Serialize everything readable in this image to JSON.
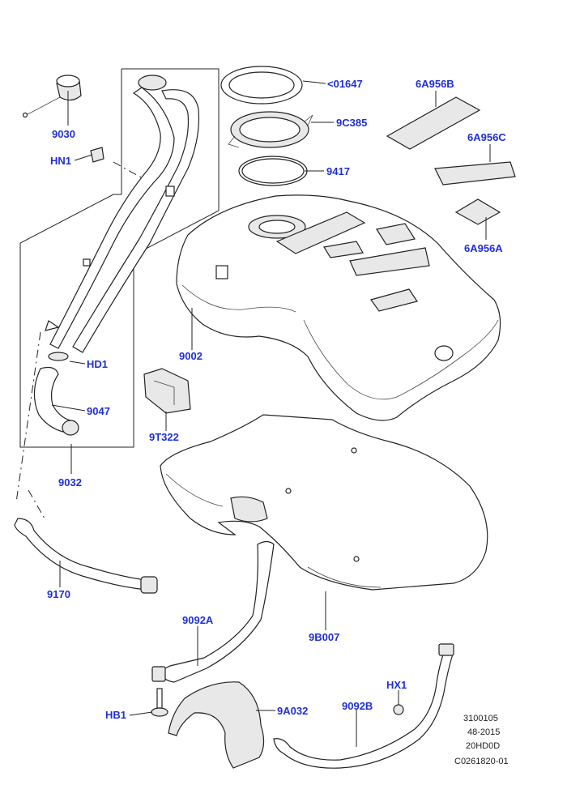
{
  "diagram": {
    "callouts": {
      "p01647": "<01647",
      "p6A956B": "6A956B",
      "p9030": "9030",
      "p9C385": "9C385",
      "p6A956C": "6A956C",
      "pHN1": "HN1",
      "p9417": "9417",
      "p6A956A": "6A956A",
      "p9002": "9002",
      "pHD1": "HD1",
      "p9047": "9047",
      "p9T322": "9T322",
      "p9032": "9032",
      "p9170": "9170",
      "p9092A": "9092A",
      "p9B007": "9B007",
      "pHX1": "HX1",
      "pHB1": "HB1",
      "p9A032": "9A032",
      "p9092B": "9092B"
    },
    "info_block": {
      "line1": "3100105",
      "line2": "48-2015",
      "line3": "20HD0D",
      "line4": "C0261820-01"
    }
  }
}
